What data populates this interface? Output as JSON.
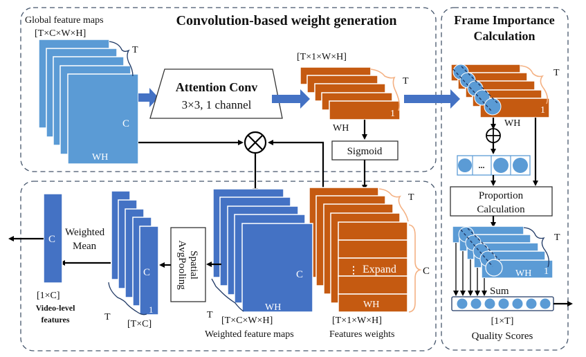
{
  "panels": {
    "conv_title": "Convolution-based weight generation",
    "frame_title_line1": "Frame Importance",
    "frame_title_line2": "Calculation"
  },
  "global_maps": {
    "label": "Global feature maps",
    "shape": "[T×C×W×H]",
    "T": "T",
    "C": "C",
    "WH": "WH"
  },
  "attention_conv": {
    "title": "Attention Conv",
    "subtitle": "3×3, 1 channel"
  },
  "attention_maps": {
    "shape": "[T×1×W×H]",
    "T": "T",
    "one": "1",
    "WH": "WH"
  },
  "sigmoid_label": "Sigmoid",
  "multiply_symbol": "⊗",
  "frame_importance": {
    "T": "T",
    "one": "1",
    "WH": "WH",
    "plus_symbol": "⊕",
    "ellipsis": "...",
    "proportion_line1": "Proportion",
    "proportion_line2": "Calculation",
    "T2": "T",
    "WH2": "WH",
    "one2": "1",
    "sum_label": "Sum",
    "scores_shape": "[1×T]",
    "scores_label": "Quality Scores"
  },
  "features_weights": {
    "T": "T",
    "C": "C",
    "expand_label": "Expand",
    "dots": "⋮",
    "WH": "WH",
    "shape": "[T×1×W×H]",
    "label": "Features weights"
  },
  "weighted_maps": {
    "C": "C",
    "WH": "WH",
    "T": "T",
    "shape": "[T×C×W×H]",
    "label": "Weighted feature maps"
  },
  "pooling": {
    "line1": "Spatial",
    "line2": "AvgPooling"
  },
  "pooled": {
    "C": "C",
    "one": "1",
    "T": "T",
    "shape": "[T×C]"
  },
  "weighted_mean": {
    "line1": "Weighted",
    "line2": "Mean"
  },
  "video_features": {
    "C": "C",
    "shape": "[1×C]",
    "label_line1": "Video-level",
    "label_line2": "features"
  },
  "colors": {
    "light_blue": "#5b9bd5",
    "dark_blue": "#4472c4",
    "orange": "#c55a11",
    "panel_border": "#44546a"
  }
}
